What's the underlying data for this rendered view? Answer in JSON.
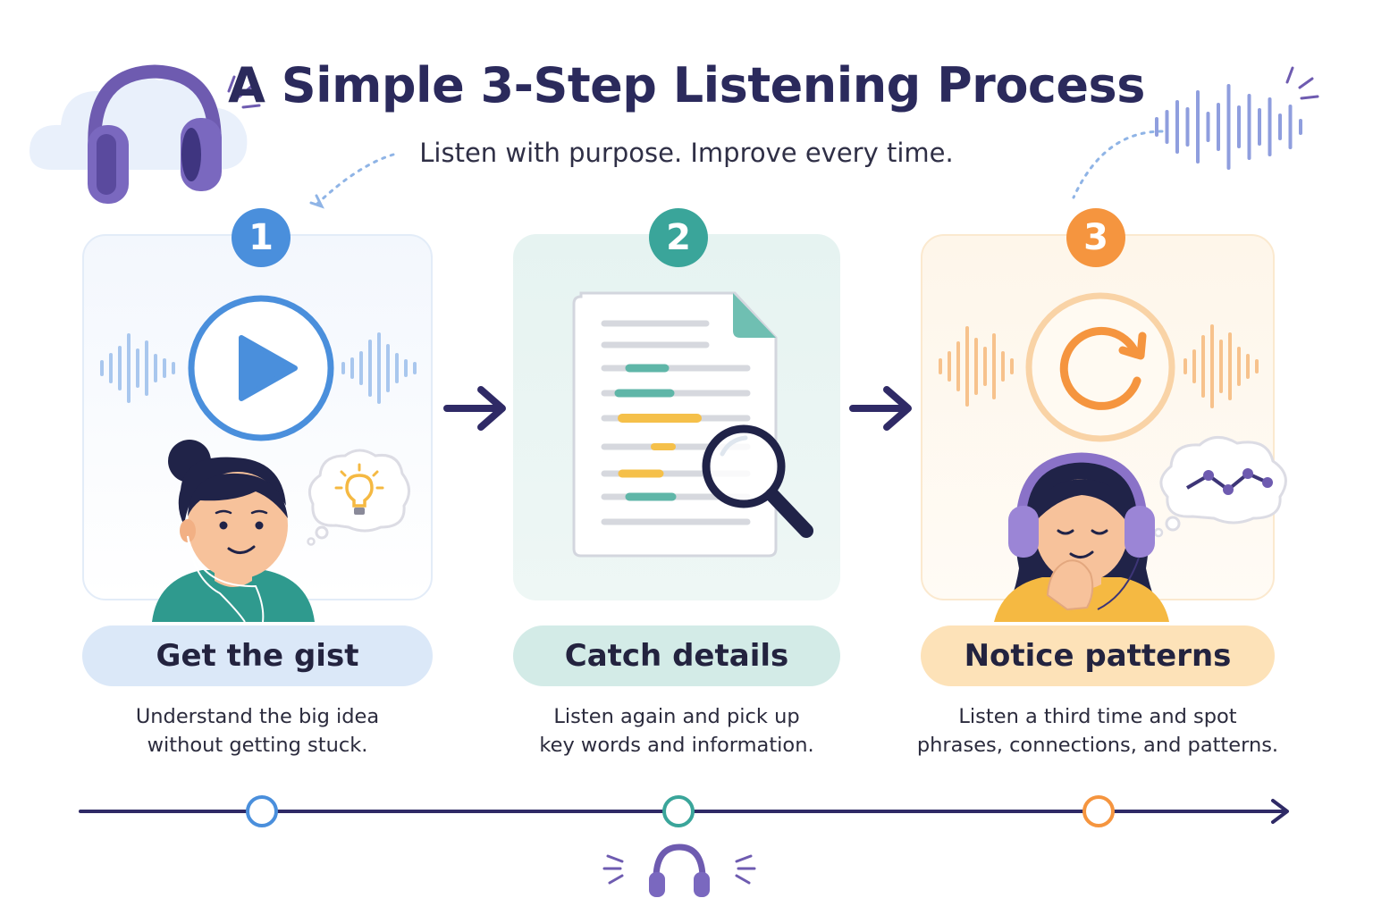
{
  "title": "A Simple 3-Step Listening Process",
  "subtitle": "Listen with purpose. Improve every time.",
  "colors": {
    "step1": "#4a8fdc",
    "step2": "#3aa59a",
    "step3": "#f5953f",
    "navy": "#2f2a66",
    "purple": "#6e5bb0"
  },
  "steps": [
    {
      "number": "1",
      "label": "Get the gist",
      "description_lines": [
        "Understand the big idea",
        "without getting stuck."
      ],
      "main_icon": "play-icon",
      "thought_icon": "lightbulb-icon"
    },
    {
      "number": "2",
      "label": "Catch details",
      "description_lines": [
        "Listen again and pick up",
        "key words and information."
      ],
      "main_icon": "document-magnifier-icon"
    },
    {
      "number": "3",
      "label": "Notice patterns",
      "description_lines": [
        "Listen a third time and spot",
        "phrases, connections, and patterns."
      ],
      "main_icon": "replay-icon",
      "thought_icon": "pattern-line-icon"
    }
  ],
  "icons": {
    "header_left": "headphones-icon",
    "header_right": "sound-wave-icon",
    "footer": "headphones-icon",
    "connector": "arrow-right-icon"
  }
}
